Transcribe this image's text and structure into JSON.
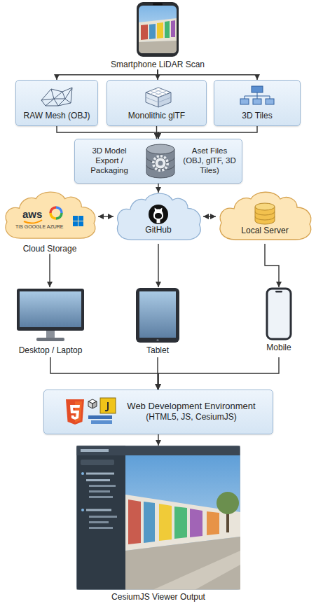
{
  "diagram": {
    "nodes": [
      {
        "text": [
          "Smartphone LiDAR Scan"
        ]
      },
      {
        "text": [
          "RAW Mesh (OBJ)"
        ]
      },
      {
        "text": [
          "Monolithic glTF"
        ]
      },
      {
        "text": [
          "3D Tiles"
        ]
      },
      {
        "text": [
          "3D Model Export / Packaging",
          "Aset Files (OBJ, glTF, 3D Tiles)"
        ]
      },
      {
        "text": [
          "Cloud Storage"
        ]
      },
      {
        "text": [
          "GitHub"
        ]
      },
      {
        "text": [
          "Local Server"
        ]
      },
      {
        "text": [
          "Desktop / Laptop"
        ]
      },
      {
        "text": [
          "Tablet"
        ]
      },
      {
        "text": [
          "Mobile"
        ]
      },
      {
        "text": [
          "Web Development Environment",
          "(HTML5, JS, CesiumJS)"
        ]
      },
      {
        "text": [
          "CesiumJS Viewer Output"
        ]
      }
    ],
    "edges": [
      {
        "from": 0,
        "to": 1,
        "arrow": "to"
      },
      {
        "from": 0,
        "to": 2,
        "arrow": "to"
      },
      {
        "from": 0,
        "to": 3,
        "arrow": "to"
      },
      {
        "from": 1,
        "to": 4,
        "arrow": "to"
      },
      {
        "from": 2,
        "to": 4,
        "arrow": "to"
      },
      {
        "from": 3,
        "to": 4,
        "arrow": "to"
      },
      {
        "from": 4,
        "to": 6,
        "arrow": "to"
      },
      {
        "from": 5,
        "to": 6,
        "arrow": "both"
      },
      {
        "from": 6,
        "to": 7,
        "arrow": "both"
      },
      {
        "from": 5,
        "to": 8,
        "arrow": "to"
      },
      {
        "from": 6,
        "to": 9,
        "arrow": "to"
      },
      {
        "from": 7,
        "to": 10,
        "arrow": "to"
      },
      {
        "from": 8,
        "to": 11,
        "arrow": "to"
      },
      {
        "from": 9,
        "to": 11,
        "arrow": "to"
      },
      {
        "from": 10,
        "to": 11,
        "arrow": "to"
      },
      {
        "from": 11,
        "to": 12,
        "arrow": "to"
      }
    ],
    "labels": [
      "aws",
      "TIS GOOGLE AZURE"
    ]
  }
}
